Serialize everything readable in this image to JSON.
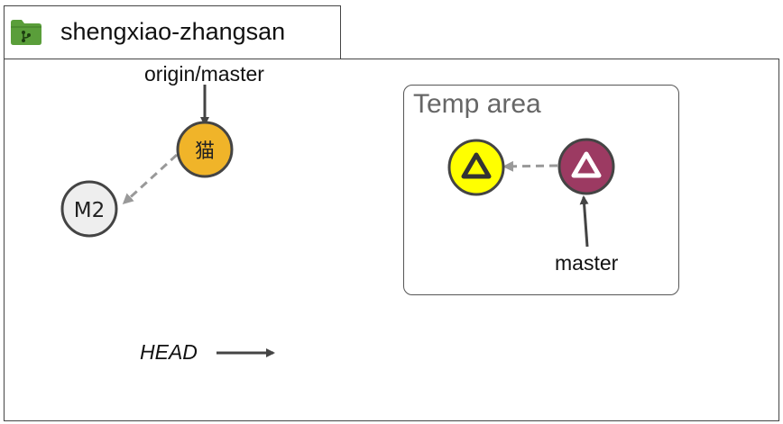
{
  "repo": {
    "name": "shengxiao-zhangsan",
    "icon": "git-folder-icon",
    "icon_color": "#5a9e3a"
  },
  "temp_area": {
    "title": "Temp area"
  },
  "commits": [
    {
      "id": "m2",
      "label": "M2",
      "fill": "#eeeeee"
    },
    {
      "id": "cat",
      "label": "猫",
      "fill": "#f0b429"
    },
    {
      "id": "temp-yellow",
      "label": "",
      "icon": "triangle-icon",
      "fill": "#ffff00",
      "icon_color": "#333333"
    },
    {
      "id": "temp-purple",
      "label": "",
      "icon": "triangle-icon",
      "fill": "#9c3a62",
      "icon_color": "#ffffff"
    }
  ],
  "refs": {
    "origin_master": "origin/master",
    "master": "master",
    "head": "HEAD"
  }
}
